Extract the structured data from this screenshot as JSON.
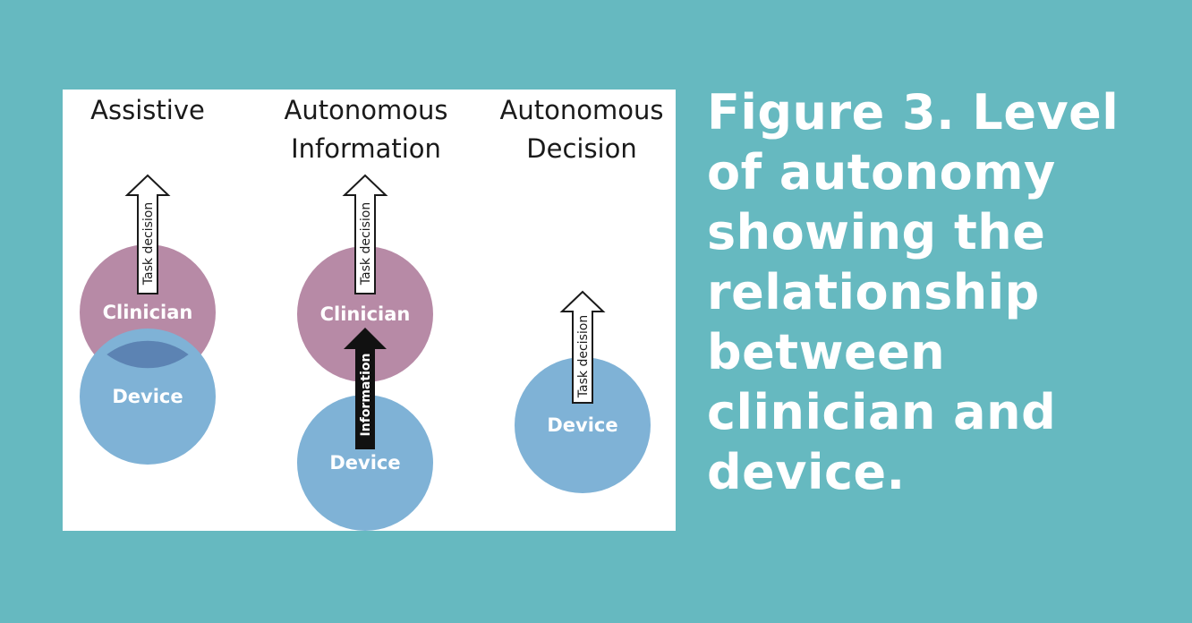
{
  "figure": {
    "columns": [
      {
        "title_lines": [
          "Assistive"
        ],
        "circles": [
          "Clinician",
          "Device"
        ],
        "arrow_label": "Task decision"
      },
      {
        "title_lines": [
          "Autonomous",
          "Information"
        ],
        "circles": [
          "Clinician",
          "Device"
        ],
        "arrow_label": "Task decision",
        "info_arrow_label": "Information"
      },
      {
        "title_lines": [
          "Autonomous",
          "Decision"
        ],
        "circles": [
          "Device"
        ],
        "arrow_label": "Task decision"
      }
    ],
    "colors": {
      "clinician": "#b78aa6",
      "device": "#7fb2d6",
      "overlap": "#5c83b3",
      "info_arrow": "#111111",
      "panel_bg": "#ffffff",
      "page_bg": "#66b9c0"
    }
  },
  "caption": {
    "lines": [
      "Figure 3. Level",
      "of autonomy",
      "showing the",
      "relationship",
      "between",
      "clinician and",
      "device."
    ]
  }
}
